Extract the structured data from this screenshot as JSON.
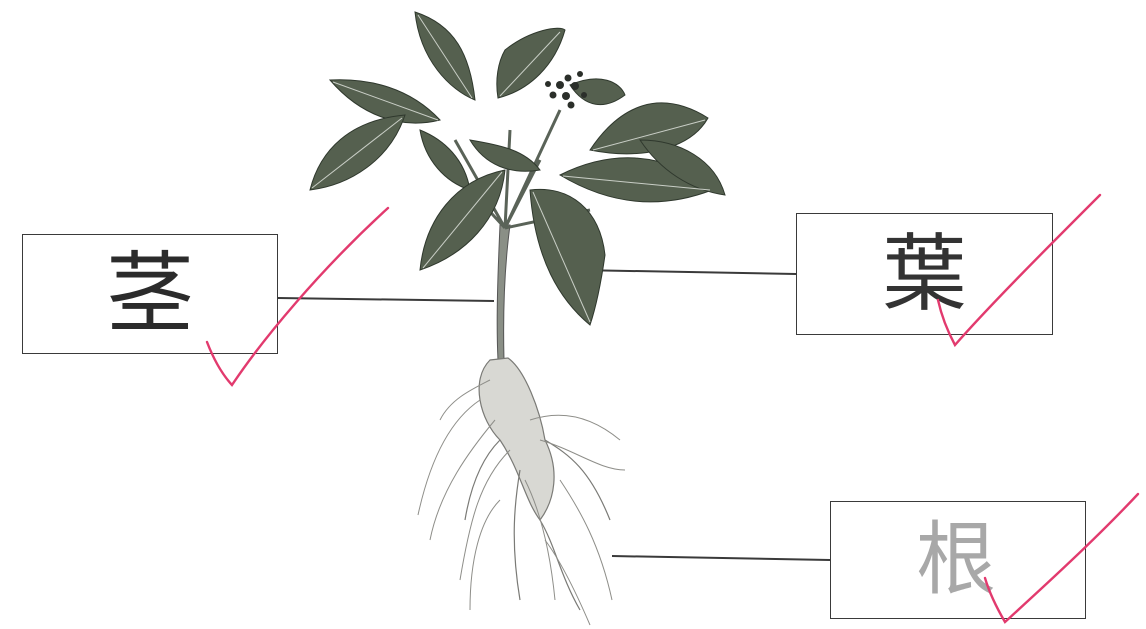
{
  "labels": {
    "stem": "茎",
    "leaf": "葉",
    "root": "根"
  },
  "colors": {
    "checkmark": "#e23a6e",
    "line": "#3a3a3a",
    "leaf_dark": "#3e4a3c",
    "leaf_mid": "#6c776a",
    "root": "#b9b9b4"
  },
  "icons": [
    "plant-illustration",
    "checkmark-icon"
  ]
}
